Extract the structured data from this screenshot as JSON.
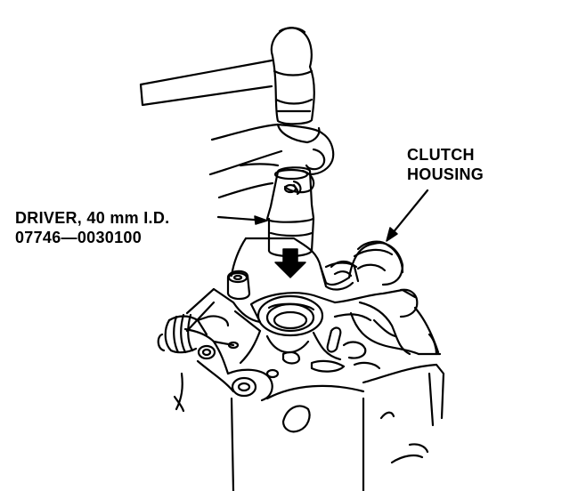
{
  "labels": {
    "clutch_housing": [
      "CLUTCH",
      "HOUSING"
    ],
    "driver": [
      "DRIVER, 40 mm I.D.",
      "07746—0030100"
    ]
  },
  "colors": {
    "ink": "#000000",
    "paper": "#ffffff"
  }
}
